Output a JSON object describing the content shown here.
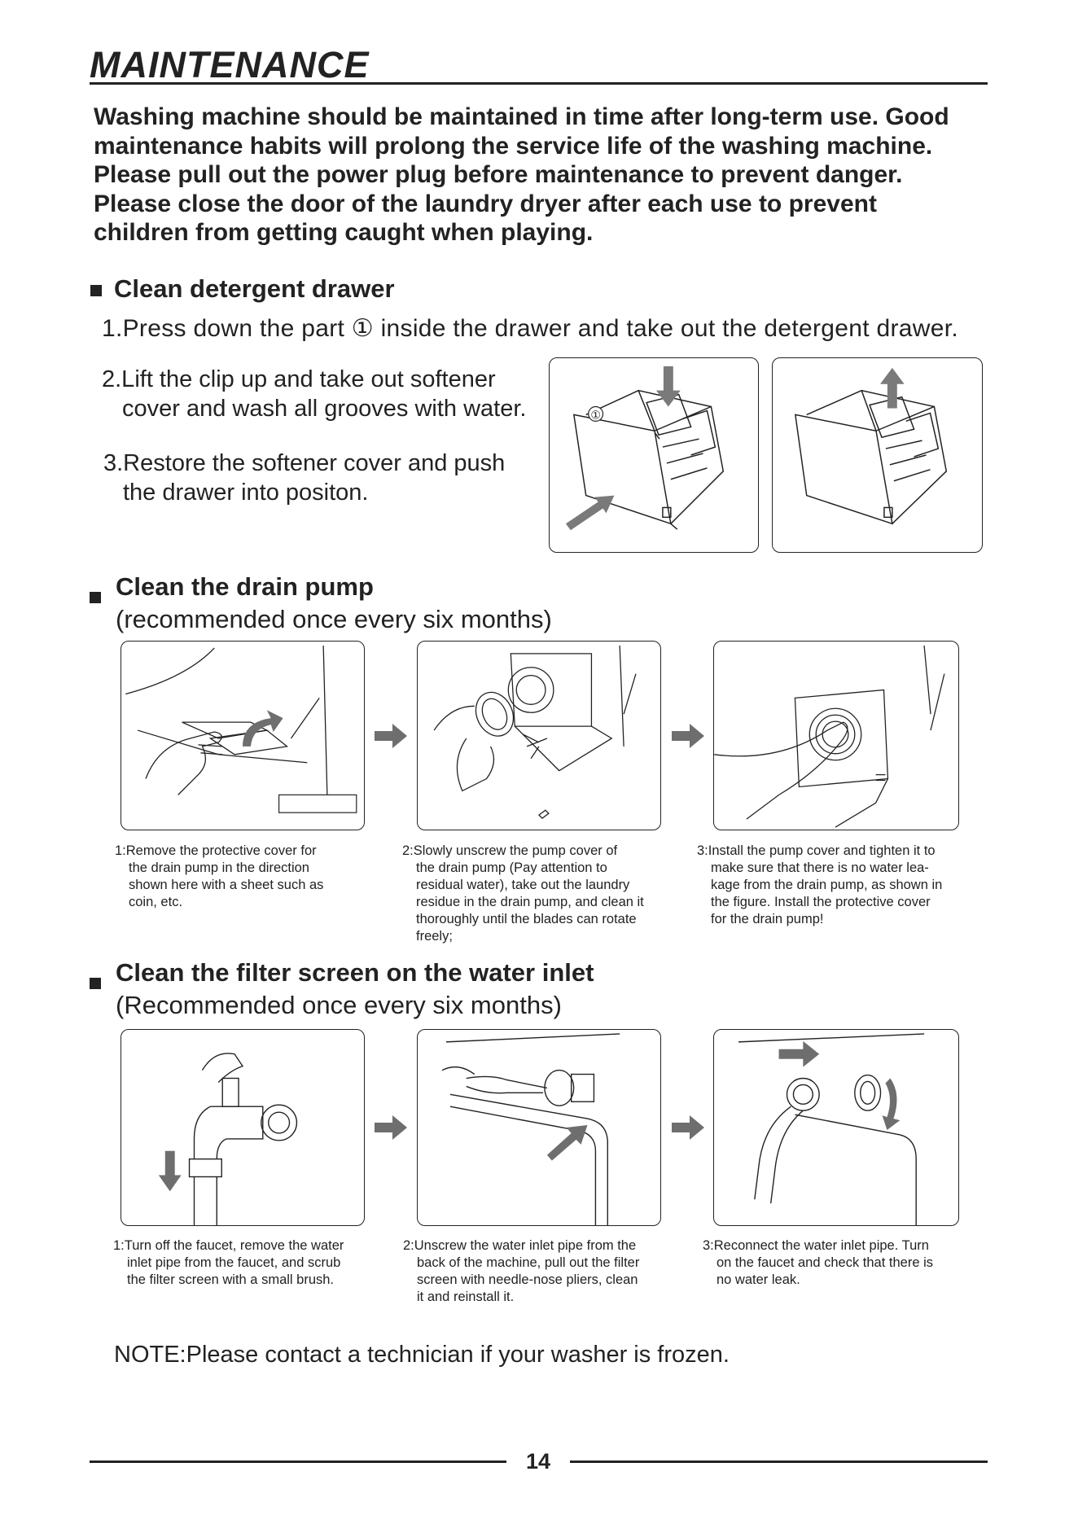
{
  "page": {
    "title": "MAINTENANCE",
    "intro_lines": [
      "Washing machine should be maintained in time after long-term use. Good",
      "maintenance habits will prolong the service life of the washing machine.",
      "Please pull out the power plug before maintenance to prevent danger.",
      "Please close the door of the laundry dryer after each use to prevent",
      "children from getting caught when playing."
    ],
    "page_number": "14",
    "note": "NOTE:Please contact a technician if your washer is frozen."
  },
  "sections": {
    "detergent": {
      "title": "Clean detergent drawer",
      "steps": [
        "1.Press down the part ① inside the drawer and take out the detergent drawer.",
        "2.Lift the clip up and take out softener",
        "cover and wash all grooves with water.",
        "3.Restore the softener cover and push",
        "the drawer into positon."
      ],
      "callout": "①"
    },
    "drain_pump": {
      "title": "Clean the drain pump",
      "subtitle": "(recommended once every six months)",
      "captions": [
        {
          "first": "1:Remove the protective cover for",
          "rest": "the drain pump in the direction\nshown here with a sheet such as\ncoin, etc."
        },
        {
          "first": "2:Slowly unscrew the pump cover of",
          "rest": "the drain pump (Pay attention to\nresidual water), take out the laundry\nresidue in the drain pump, and clean it\nthoroughly until the blades can rotate\nfreely;"
        },
        {
          "first": "3:Install the pump cover and tighten it to",
          "rest": "make sure that there is no water lea-\nkage from the drain pump, as shown in\nthe figure. Install the protective cover\nfor the drain pump!"
        }
      ]
    },
    "filter": {
      "title": "Clean the filter screen on the water inlet",
      "subtitle": "(Recommended once every six months)",
      "captions": [
        {
          "first": "1:Turn off the faucet, remove the water",
          "rest": "inlet pipe from the faucet, and scrub\nthe filter screen with a small brush."
        },
        {
          "first": "2:Unscrew the water inlet pipe from the",
          "rest": "back of the machine, pull out the filter\nscreen with needle-nose pliers, clean\nit and reinstall it."
        },
        {
          "first": "3:Reconnect the water inlet pipe. Turn",
          "rest": "on the faucet and check that there is\nno water leak."
        }
      ]
    }
  },
  "colors": {
    "ink": "#222222",
    "arrow_gray": "#6e6e6e"
  }
}
